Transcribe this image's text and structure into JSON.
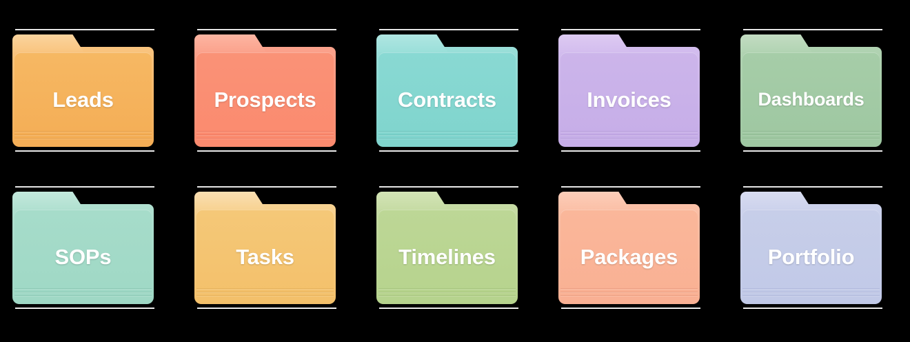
{
  "view": {
    "background": "#000000",
    "label_color": "#ffffff",
    "columns": 5,
    "rows": 2,
    "separator_color": "#ffffff"
  },
  "folders": [
    {
      "label": "Leads",
      "body_top": "#f6b863",
      "body_bottom": "#f4ad55",
      "tab": "#fbd49e",
      "sheet": "#f9c47f",
      "crease": "#e79f46"
    },
    {
      "label": "Prospects",
      "body_top": "#fa9277",
      "body_bottom": "#fb8a6e",
      "tab": "#fcb5a2",
      "sheet": "#fba28c",
      "crease": "#ef7a60"
    },
    {
      "label": "Contracts",
      "body_top": "#89d9d3",
      "body_bottom": "#7fd4cd",
      "tab": "#b0e6e2",
      "sheet": "#9adfd9",
      "crease": "#6ec5be"
    },
    {
      "label": "Invoices",
      "body_top": "#ccb5ea",
      "body_bottom": "#c6ade8",
      "tab": "#ddcaf2",
      "sheet": "#d3bdee",
      "crease": "#b79ddb"
    },
    {
      "label": "Dashboards",
      "body_top": "#a6cda8",
      "body_bottom": "#9ec7a1",
      "tab": "#c3dcc2",
      "sheet": "#b1d3b2",
      "crease": "#8db890"
    },
    {
      "label": "SOPs",
      "body_top": "#a6dcca",
      "body_bottom": "#9fd8c5",
      "tab": "#c3e8dc",
      "sheet": "#b0e0d0",
      "crease": "#8ac8b4"
    },
    {
      "label": "Tasks",
      "body_top": "#f5c878",
      "body_bottom": "#f3c06a",
      "tab": "#fadfb2",
      "sheet": "#f7d292",
      "crease": "#e6b159"
    },
    {
      "label": "Timelines",
      "body_top": "#bdd796",
      "body_bottom": "#b6d38d",
      "tab": "#d3e4b6",
      "sheet": "#c6dba4",
      "crease": "#a6c47c"
    },
    {
      "label": "Packages",
      "body_top": "#fab79a",
      "body_bottom": "#f9b093",
      "tab": "#fccdb9",
      "sheet": "#fbc0a7",
      "crease": "#eb9e81"
    },
    {
      "label": "Portfolio",
      "body_top": "#c7cee9",
      "body_bottom": "#c1c9e7",
      "tab": "#d8dcf0",
      "sheet": "#ccd2ec",
      "crease": "#b0b8dc"
    }
  ]
}
